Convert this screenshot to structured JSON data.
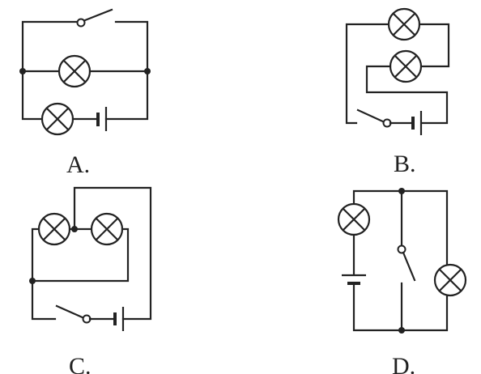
{
  "options": [
    {
      "id": "A",
      "label": "A."
    },
    {
      "id": "B",
      "label": "B."
    },
    {
      "id": "C",
      "label": "C."
    },
    {
      "id": "D",
      "label": "D."
    }
  ]
}
